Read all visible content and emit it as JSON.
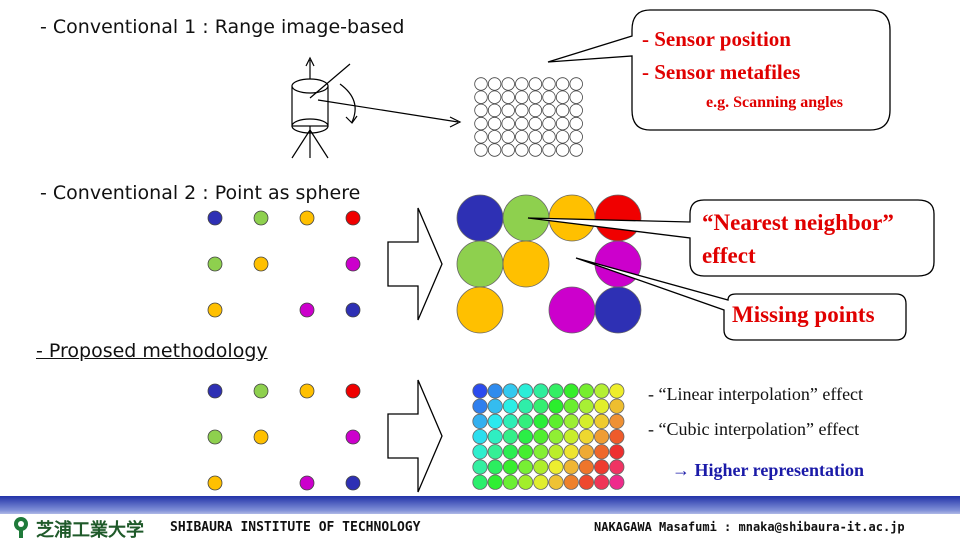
{
  "sections": {
    "conv1": {
      "title": "- Conventional 1 : Range image-based"
    },
    "conv2": {
      "title": "- Conventional 2 : Point as sphere"
    },
    "proposed": {
      "title": "- Proposed methodology"
    }
  },
  "callouts": {
    "sensor": {
      "line1": "- Sensor position",
      "line2": "- Sensor metafiles",
      "line3": "e.g. Scanning angles"
    },
    "nearest": {
      "line1": "“Nearest neighbor”",
      "line2": "effect"
    },
    "missing": {
      "text": "Missing points"
    }
  },
  "notes": {
    "linear": "- “Linear interpolation” effect",
    "cubic": "- “Cubic interpolation” effect",
    "higher": "→  Higher representation"
  },
  "footer": {
    "logo_text": "芝浦工業大学",
    "institute": "SHIBAURA INSTITUTE OF TECHNOLOGY",
    "author": "NAKAGAWA Masafumi : mnaka@shibaura-it.ac.jp"
  },
  "colors": {
    "blue": "#2e30b4",
    "green": "#8ed04e",
    "orange": "#ffc000",
    "red": "#f00000",
    "magenta": "#cc00cc",
    "callout_red": "#e00000",
    "footer_blue": "#2233a8"
  }
}
